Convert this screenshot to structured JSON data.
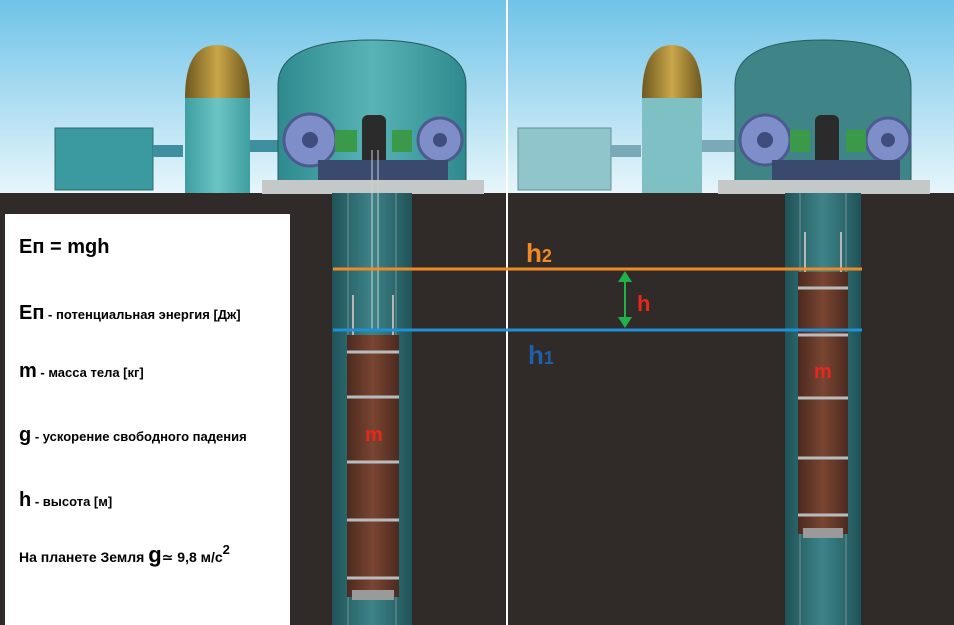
{
  "formula_panel": {
    "formula": "Eп = mgh",
    "lines": [
      {
        "symbol": "Eп",
        "text": " - потенциальная энергия [Дж]"
      },
      {
        "symbol": "m",
        "text": " - масса тела [кг]"
      },
      {
        "symbol": "g",
        "text": " - ускорение свободного падения"
      },
      {
        "symbol": "h",
        "text": " - высота [м]"
      }
    ],
    "earth_prefix": "На планете Земля ",
    "earth_symbol": "g",
    "earth_value": "≃ 9,8 м/с",
    "earth_exp": "2"
  },
  "labels": {
    "mass_left": "m",
    "mass_right": "m",
    "h2": "h2",
    "h1": "h1",
    "h": "h"
  },
  "colors": {
    "sky_top": "#6fc3e8",
    "sky_bottom": "#e3f3fa",
    "ground": "#2f2a28",
    "shaft": "#2e6d73",
    "weight": "#6a3a2b",
    "h2_line": "#f08a24",
    "h1_line": "#1f8fd6",
    "arrow": "#21b14a",
    "mass_label": "#e8261e"
  }
}
